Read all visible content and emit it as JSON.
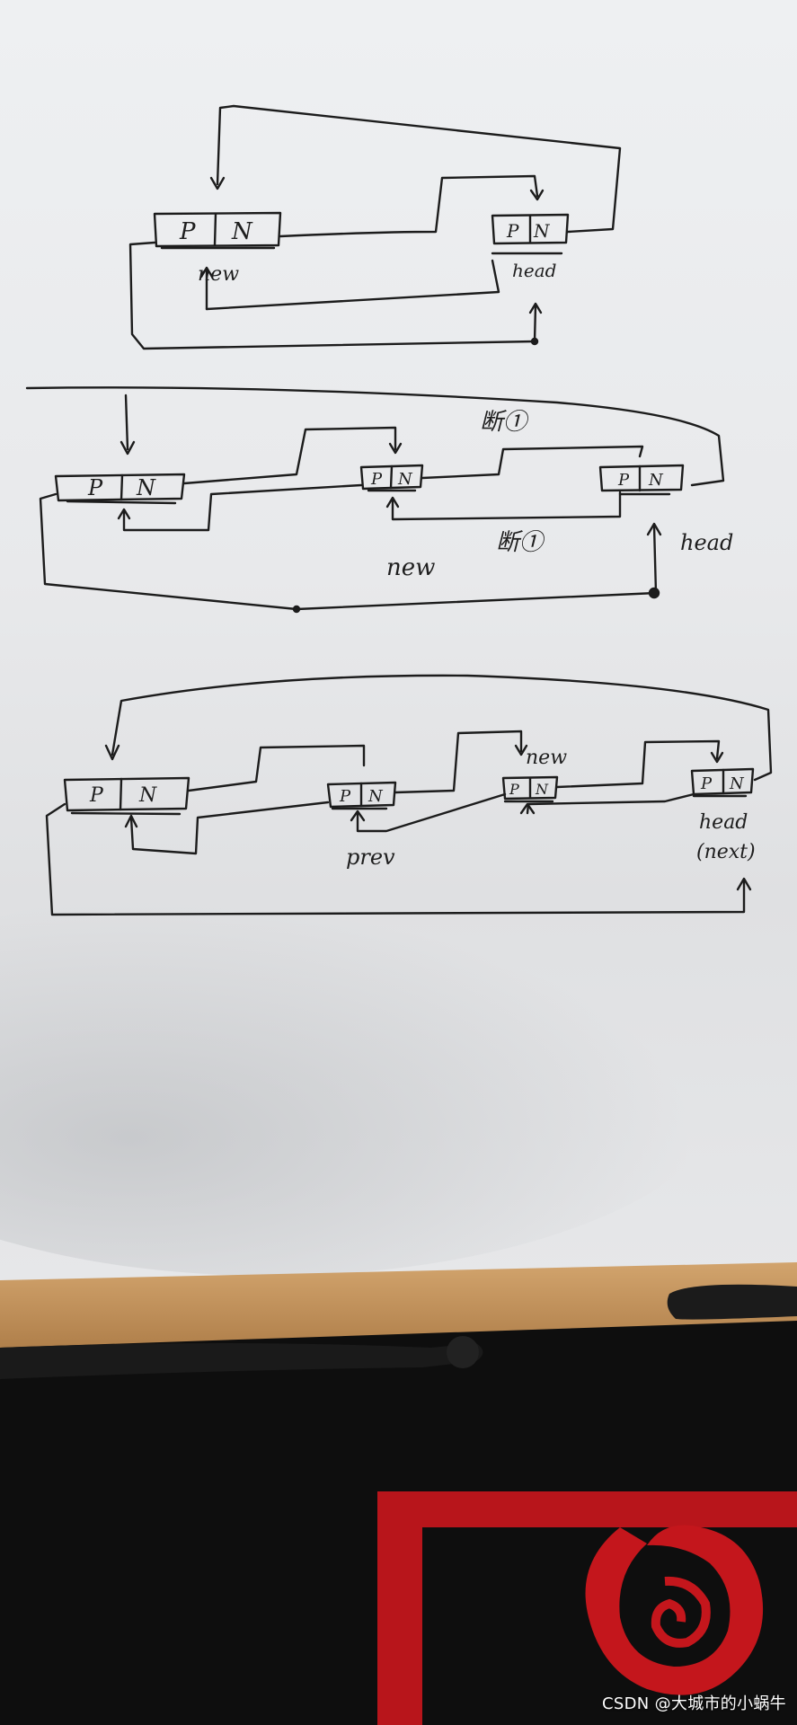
{
  "photo": {
    "colors": {
      "paper": "#e9eaec",
      "paper_shadow": "#cfd1d4",
      "ink": "#1c1c1c",
      "desk": "#c99a63",
      "desk_dark": "#9c6f3d",
      "fabric": "#0d0d0d",
      "logo_red": "#c4161c"
    }
  },
  "diagram1": {
    "node_new": {
      "prev": "P",
      "next": "N",
      "label": "new"
    },
    "node_head": {
      "prev": "P",
      "next": "N",
      "label": "head"
    }
  },
  "diagram2": {
    "node_new": {
      "prev": "P",
      "next": "N"
    },
    "node_mid": {
      "prev": "P",
      "next": "N"
    },
    "node_head": {
      "prev": "P",
      "next": "N"
    },
    "label_new": "new",
    "label_head": "head",
    "note_top": "断①",
    "note_bottom": "断①"
  },
  "diagram3": {
    "node_first": {
      "prev": "P",
      "next": "N"
    },
    "node_prev": {
      "prev": "P",
      "next": "N",
      "label": "prev"
    },
    "node_new": {
      "prev": "P",
      "next": "N",
      "label": "new"
    },
    "node_head": {
      "prev": "P",
      "next": "N",
      "label": "head",
      "sub": "(next)"
    }
  },
  "watermark": "CSDN @大城市的小蜗牛"
}
